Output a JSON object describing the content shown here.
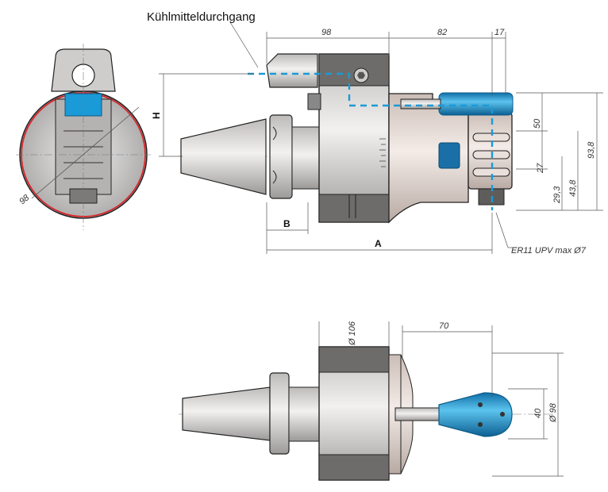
{
  "labels": {
    "coolant": "Kühlmitteldurchgang",
    "collet": "ER11 UPV max Ø7",
    "A": "A",
    "B": "B",
    "H": "H"
  },
  "dimensions": {
    "top_98": "98",
    "top_82": "82",
    "top_17": "17",
    "right_50": "50",
    "right_93_8": "93,8",
    "right_27": "27",
    "right_43_8": "43,8",
    "right_29_3": "29,3",
    "side_98": "98",
    "bottom_70": "70",
    "bottom_d106": "Ø 106",
    "bottom_40": "40",
    "bottom_d98": "Ø 98"
  },
  "colors": {
    "metal": "#d9d7d6",
    "metal_dark": "#a9a7a6",
    "body_tan": "#e2d6d0",
    "coolant_blue": "#1a9ad6",
    "accent_red": "#d8262c",
    "dim_line": "#555555"
  }
}
